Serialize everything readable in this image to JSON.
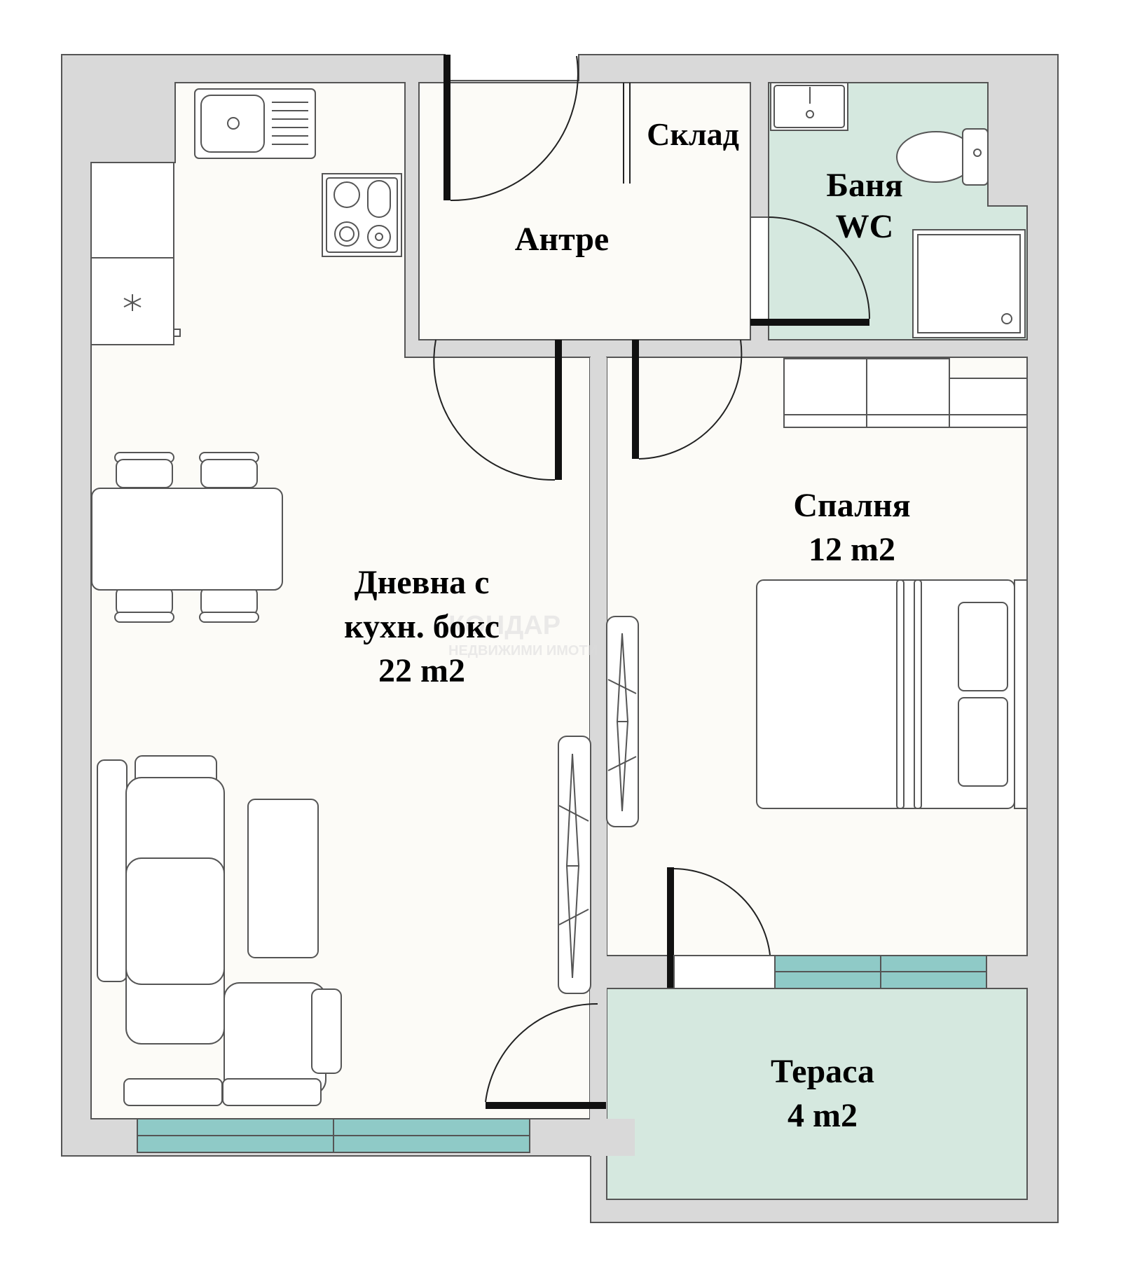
{
  "rooms": {
    "living": {
      "name_line1": "Дневна с",
      "name_line2": "кухн. бокс",
      "area": "22 m2"
    },
    "hall": {
      "name": "Антре"
    },
    "storage": {
      "name": "Склад"
    },
    "bath": {
      "name_line1": "Баня",
      "name_line2": "WC"
    },
    "bedroom": {
      "name": "Спалня",
      "area": "12 m2"
    },
    "terrace": {
      "name": "Тераса",
      "area": "4 m2"
    }
  },
  "colors": {
    "wall": "#d9d9d9",
    "floor": "#fcfbf7",
    "wet": "#d5e8df",
    "window": "#8fcac7",
    "line": "#222222"
  }
}
